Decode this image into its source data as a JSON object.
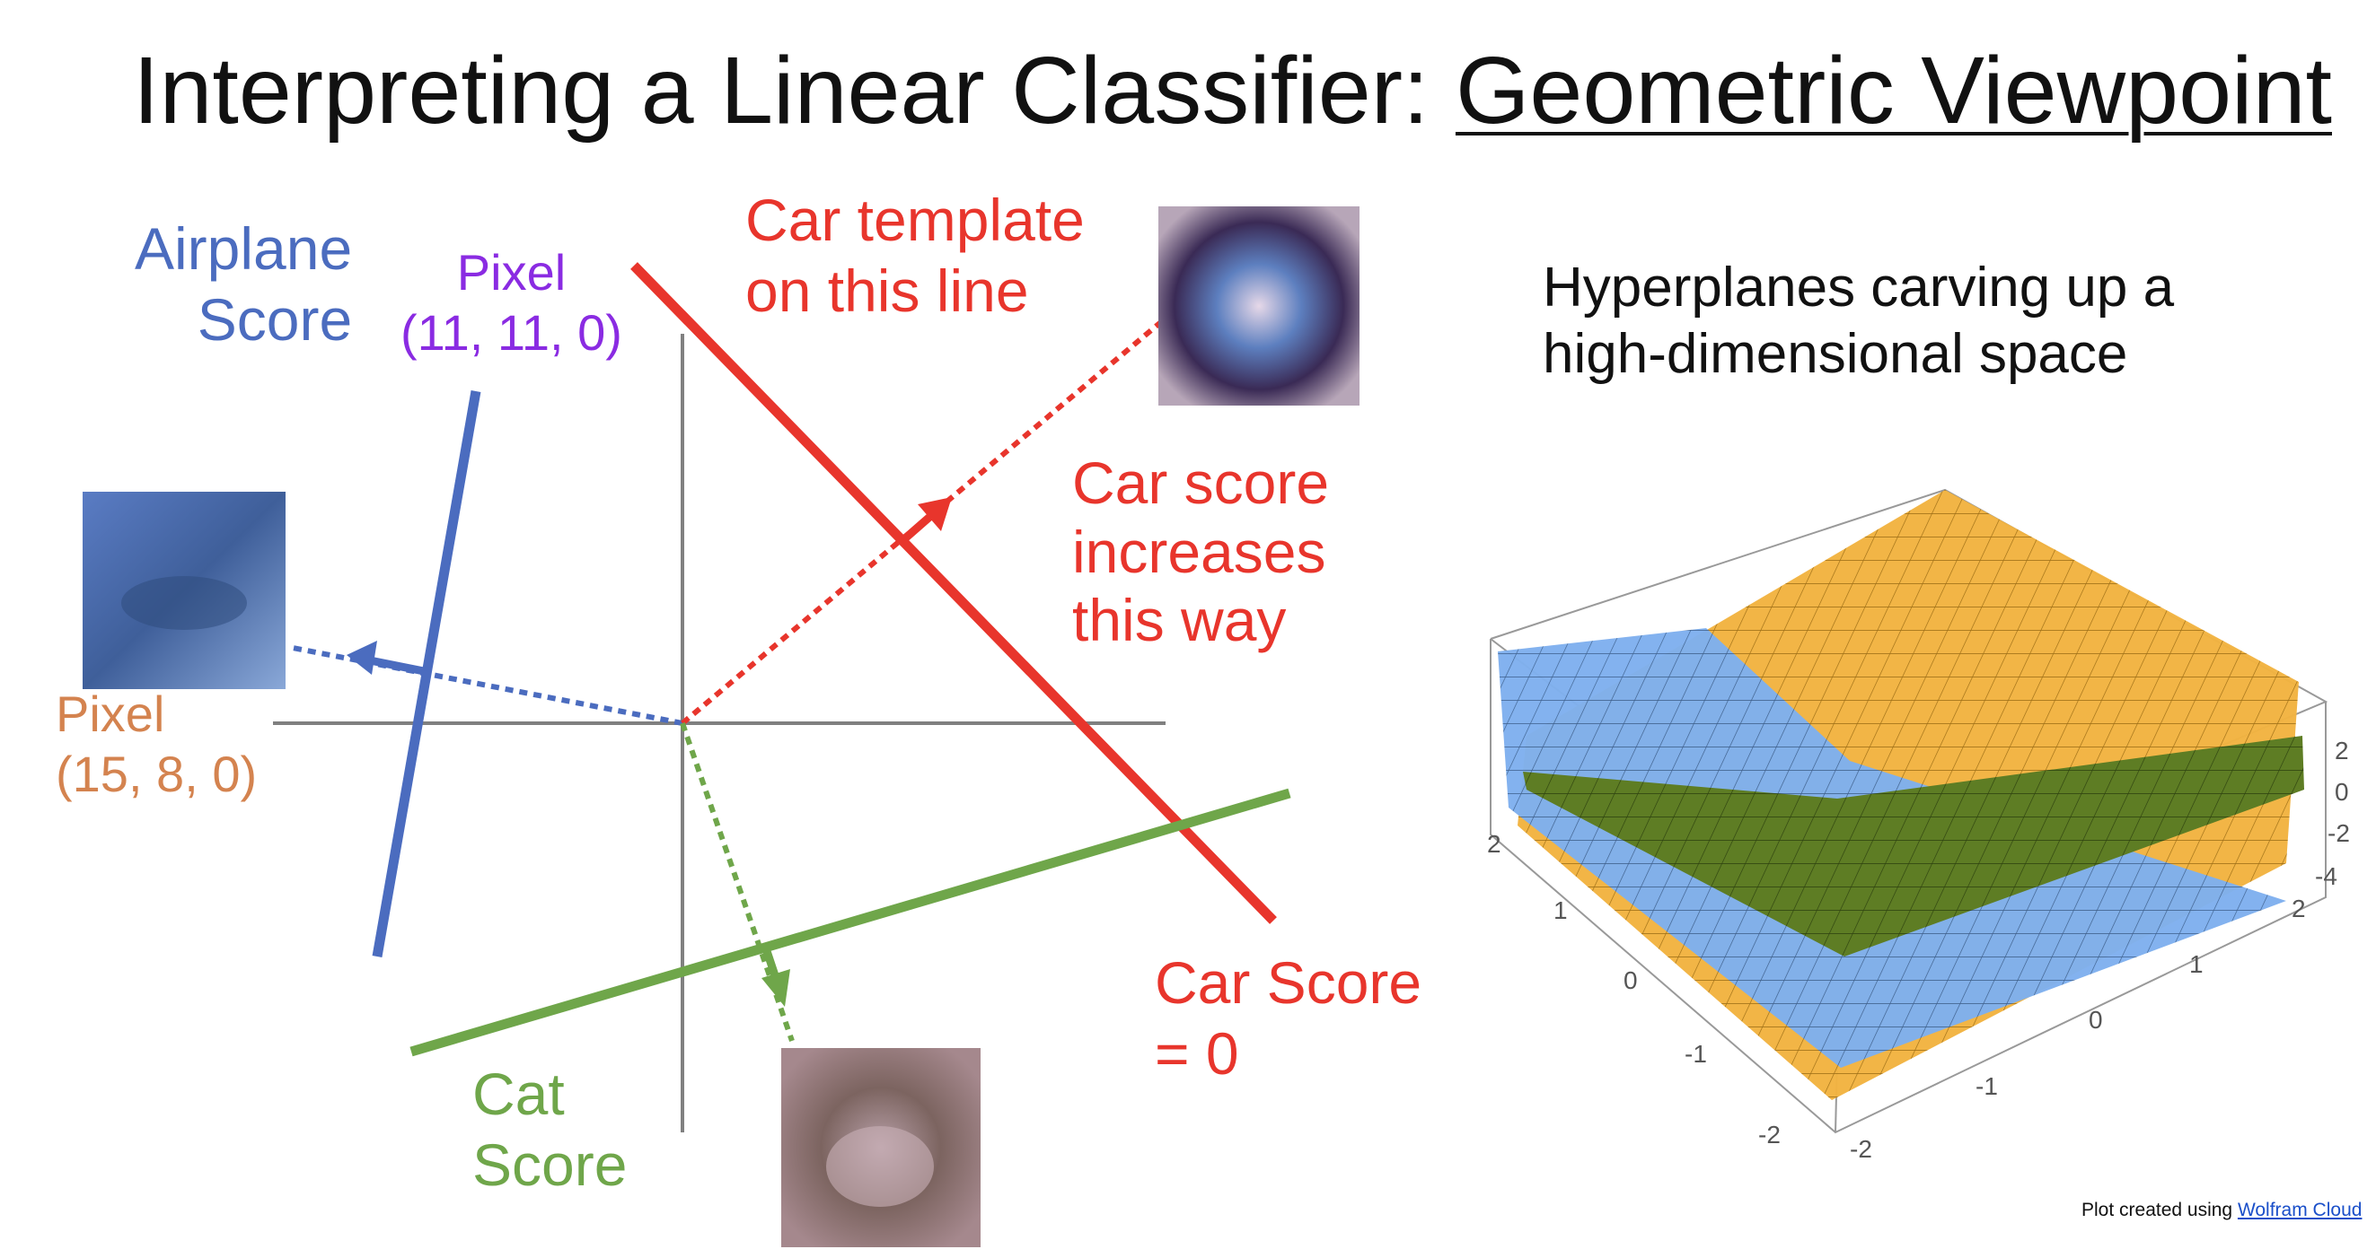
{
  "title": {
    "prefix": "Interpreting a Linear Classifier: ",
    "underlined": "Geometric Viewpoint"
  },
  "labels": {
    "airplane_score": "Airplane\nScore",
    "pixel_11": "Pixel\n(11, 11, 0)",
    "pixel_15": "Pixel\n(15, 8, 0)",
    "car_template": "Car template\non this line",
    "car_score_increases": "Car score\nincreases\nthis way",
    "car_score_zero": "Car Score\n= 0",
    "cat_score": "Cat\nScore",
    "hyperplanes": "Hyperplanes carving up a\nhigh-dimensional space"
  },
  "plot_3d": {
    "tick_labels_left": [
      "2",
      "1",
      "0",
      "-1",
      "-2"
    ],
    "tick_labels_right": [
      "-2",
      "-1",
      "0",
      "1",
      "2"
    ],
    "tick_labels_vertical": [
      "2",
      "0",
      "-2",
      "-4"
    ],
    "plane_colors": [
      "#7fb0ee",
      "#f2b340",
      "#5e7d24"
    ]
  },
  "credit": {
    "text": "Plot created using ",
    "link": "Wolfram Cloud"
  },
  "colors": {
    "airplane": "#4b6cbf",
    "car": "#e8352c",
    "cat": "#6fa64a",
    "axes": "#808080"
  }
}
